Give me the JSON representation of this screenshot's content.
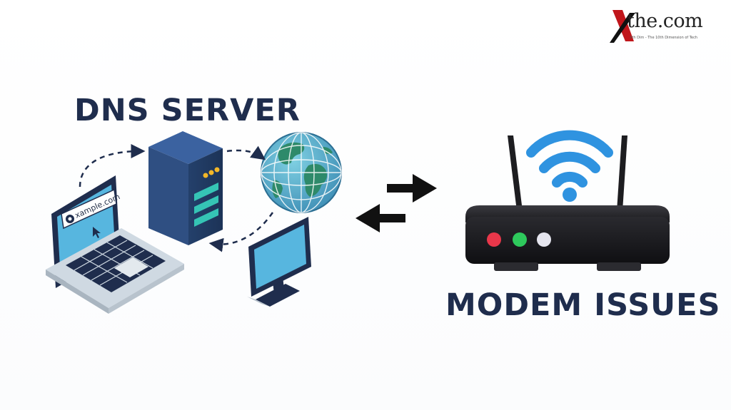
{
  "logo": {
    "brand": "the.com",
    "tagline": "Xth Dim - The 10th Dimension of Tech"
  },
  "dns": {
    "title": "DNS SERVER",
    "search_text": "xample.com"
  },
  "modem": {
    "title": "MODEM ISSUES"
  },
  "icons": {
    "laptop": "laptop-icon",
    "server": "server-icon",
    "globe": "globe-icon",
    "monitor": "monitor-icon",
    "router": "router-icon",
    "wifi": "wifi-icon",
    "exchange": "exchange-arrows-icon"
  },
  "colors": {
    "navy": "#1f2d4d",
    "server": "#2f4f82",
    "screen": "#56a9d4",
    "teal": "#35c4b5",
    "wifi": "#2f93e0",
    "router": "#1d1d20",
    "led_red": "#e8374a",
    "led_green": "#2ec95c",
    "led_white": "#e6e6ef",
    "led_yellow": "#f2b628"
  }
}
